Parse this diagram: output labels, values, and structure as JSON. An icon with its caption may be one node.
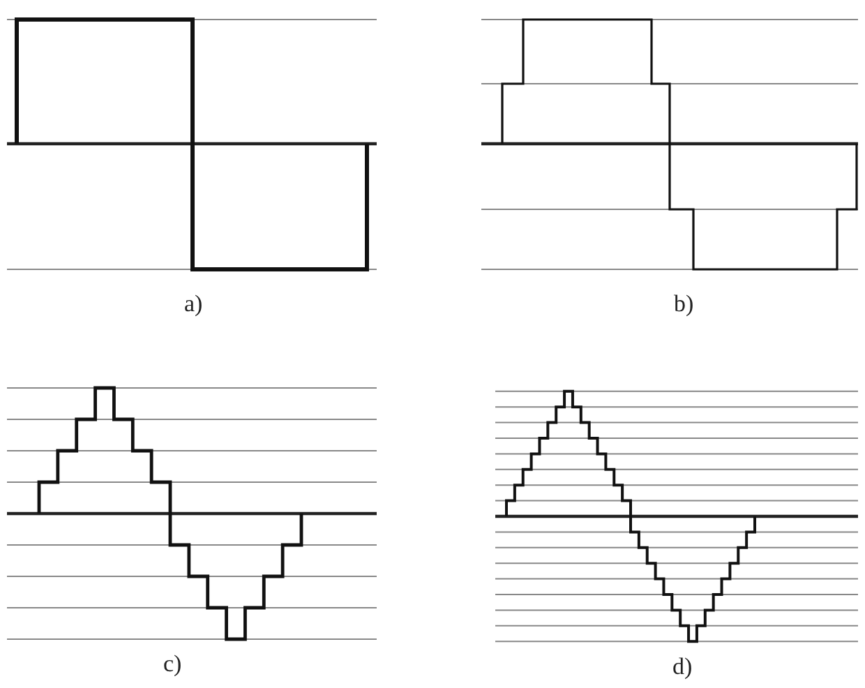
{
  "diagram": {
    "labels": [
      "a)",
      "b)",
      "c)",
      "d)"
    ]
  }
}
